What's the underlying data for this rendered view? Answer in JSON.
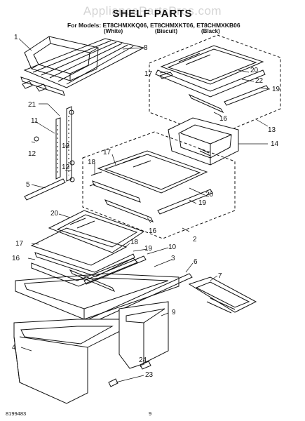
{
  "watermark": "AppliancePartsPros.com",
  "title": "SHELF PARTS",
  "models_line": "For Models: ET8CHMXKQ06, ET8CHMXKT06, ET8CHMXKB06",
  "variants": [
    "(White)",
    "(Biscuit)",
    "(Black)"
  ],
  "callouts": [
    "1",
    "8",
    "20",
    "17",
    "22",
    "19",
    "21",
    "16",
    "13",
    "14",
    "11",
    "12",
    "12",
    "12",
    "5",
    "17",
    "18",
    "20",
    "19",
    "16",
    "2",
    "20",
    "18",
    "17",
    "19",
    "10",
    "16",
    "3",
    "6",
    "7",
    "9",
    "4",
    "24",
    "23"
  ],
  "footer_code": "8199483",
  "page_number": "9"
}
